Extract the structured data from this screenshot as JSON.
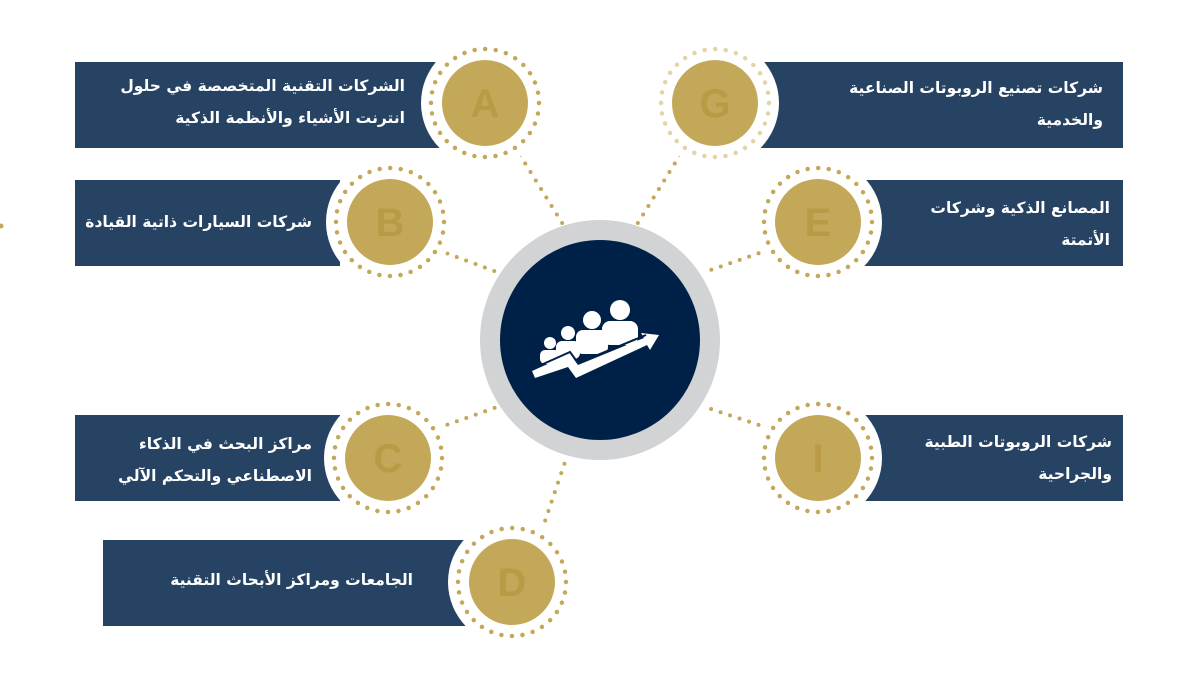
{
  "colors": {
    "bar": "#264364",
    "gold": "#c4a85a",
    "gold_light": "#e3d3a7",
    "center": "#002147",
    "ring": "#d2d3d5"
  },
  "center_icon": "team-growth-arrow-icon",
  "nodes": {
    "A": {
      "letter": "A",
      "line1": "الشركات التقنية المتخصصة في حلول",
      "line2": "انترنت الأشياء والأنظمة الذكية"
    },
    "B": {
      "letter": "B",
      "line1": "شركات السيارات ذاتية القيادة"
    },
    "C": {
      "letter": "C",
      "line1": "مراكز البحث في الذكاء",
      "line2": "الاصطناعي والتحكم الآلي"
    },
    "D": {
      "letter": "D",
      "line1": "الجامعات ومراكز الأبحاث التقنية"
    },
    "G": {
      "letter": "G",
      "line1": "شركات تصنيع الروبوتات الصناعية",
      "line2": "والخدمية"
    },
    "E": {
      "letter": "E",
      "line1": "المصانع الذكية وشركات",
      "line2": "الأتمتة"
    },
    "I": {
      "letter": "I",
      "line1": "شركات الروبوتات الطبية",
      "line2": "والجراحية"
    }
  }
}
